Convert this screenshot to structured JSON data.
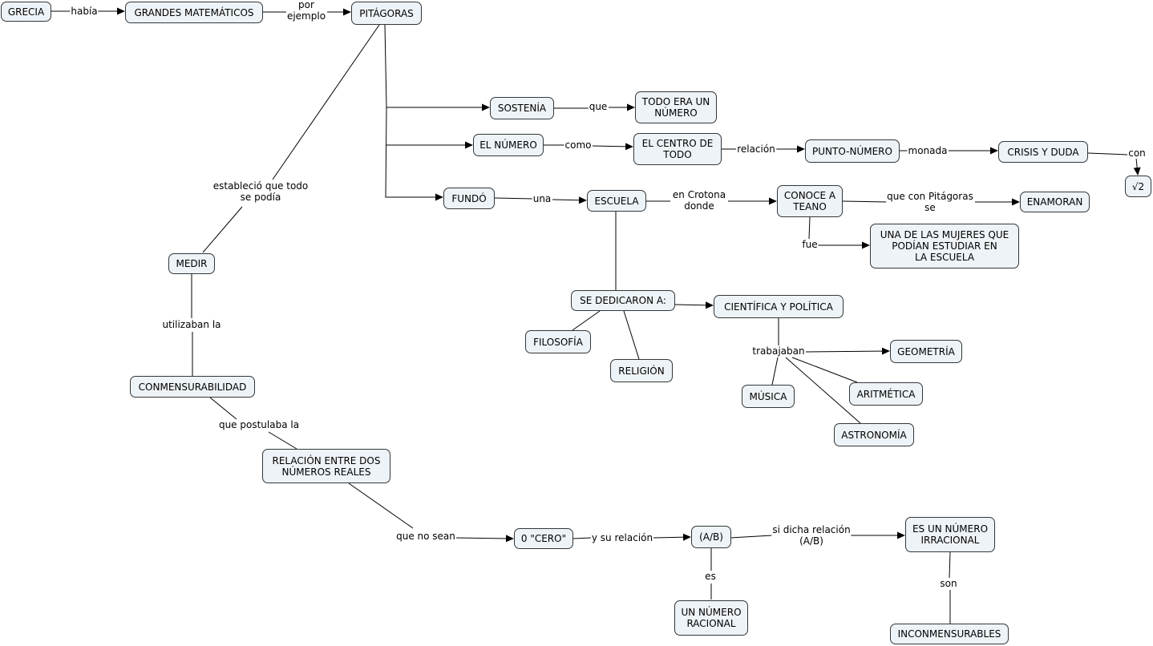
{
  "concepts": {
    "grecia": "GRECIA",
    "grandes_matematicos": "GRANDES MATEMÁTICOS",
    "pitagoras": "PITÁGORAS",
    "sostenia": "SOSTENÍA",
    "todo_era_un_numero": "TODO ERA UN\nNÚMERO",
    "el_numero": "EL NÚMERO",
    "el_centro_de_todo": "EL CENTRO DE\nTODO",
    "punto_numero": "PUNTO-NÚMERO",
    "crisis_y_duda": "CRISIS Y DUDA",
    "raiz_dos": "√2",
    "fundo": "FUNDÓ",
    "escuela": "ESCUELA",
    "conoce_a_teano": "CONOCE A\nTEANO",
    "enamoran": "ENAMORAN",
    "una_de_las_mujeres": "UNA DE LAS MUJERES QUE\nPODÍAN ESTUDIAR EN\nLA ESCUELA",
    "se_dedicaron": "SE DEDICARON A:",
    "cientifica_y_politica": "CIENTÍFICA Y POLÍTICA",
    "filosofia": "FILOSOFÍA",
    "religion": "RELIGIÓN",
    "geometria": "GEOMETRÍA",
    "musica": "MÚSICA",
    "aritmetica": "ARITMÉTICA",
    "astronomia": "ASTRONOMÍA",
    "medir": "MEDIR",
    "conmensurabilidad": "CONMENSURABILIDAD",
    "relacion_entre": "RELACIÓN ENTRE DOS\nNÚMEROS REALES",
    "cero": "0 \"CERO\"",
    "ab": "(A/B)",
    "es_un_numero_irracional": "ES UN NÚMERO\nIRRACIONAL",
    "un_numero_racional": "UN NÚMERO\nRACIONAL",
    "inconmensurables": "INCONMENSURABLES"
  },
  "link_labels": {
    "habia": "había",
    "por_ejemplo": "por\nejemplo",
    "que": "que",
    "como": "como",
    "relacion": "relación",
    "monada": "monada",
    "con": "con",
    "una": "una",
    "en_crotona": "en Crotona\ndonde",
    "que_con_pitagoras": "que con Pitágoras\nse",
    "fue": "fue",
    "trabajaban": "trabajaban",
    "establecio": "estableció que todo\nse podía",
    "utilizaban_la": "utilizaban la",
    "que_postulaba_la": "que postulaba la",
    "que_no_sean": "que no sean",
    "y_su_relacion": "y su relación",
    "si_dicha_relacion": "si dicha relación\n(A/B)",
    "es": "es",
    "son": "son"
  },
  "colors": {
    "node_fill": "#eef3f7",
    "node_border": "#33373a",
    "line": "#000000"
  }
}
